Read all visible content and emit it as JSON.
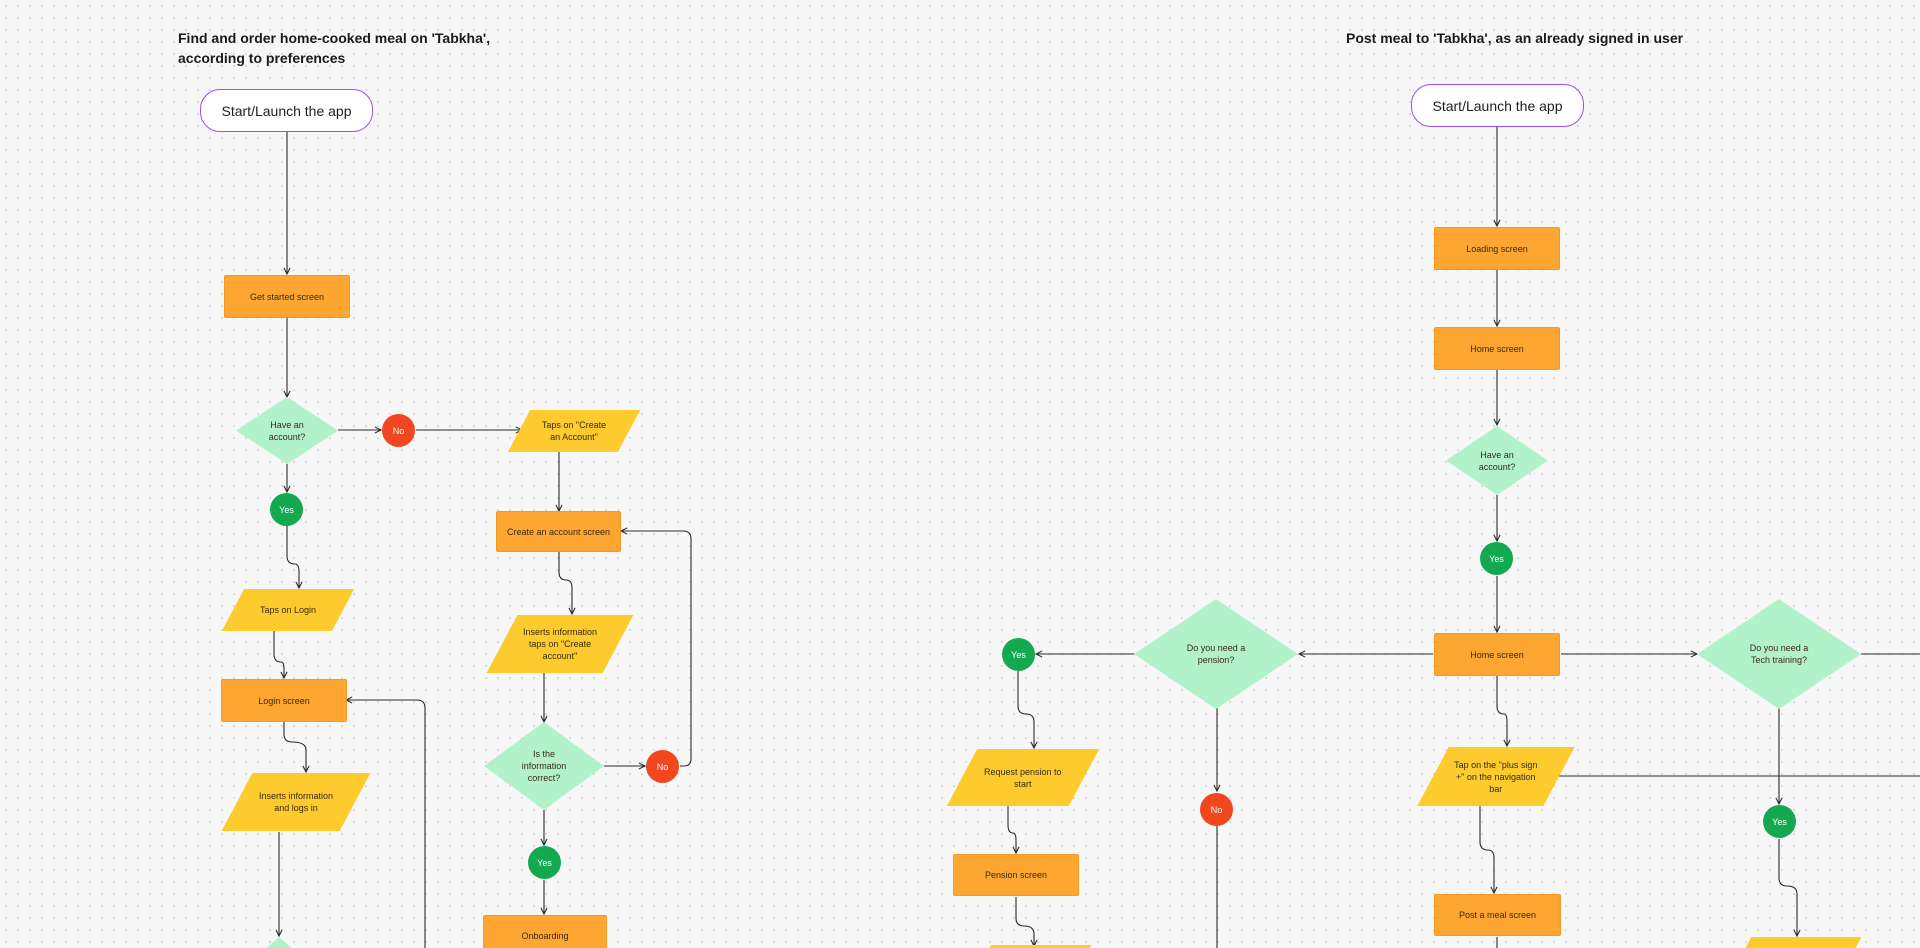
{
  "headings": {
    "left": "Find and order home-cooked meal on 'Tabkha', according to preferences",
    "right": "Post meal to 'Tabkha', as an already signed in user"
  },
  "colors": {
    "terminal_border": "#9b4dff",
    "process": "#fda631",
    "io": "#fdcb2e",
    "decision": "#b2f2cb",
    "yes": "#14a851",
    "no": "#f2461e",
    "edge": "#2b2b2b"
  },
  "flow_left": {
    "start": "Start/Launch the app",
    "get_started": "Get started screen",
    "have_account": "Have an account?",
    "no_1": "No",
    "taps_create": "Taps on \"Create an Account\"",
    "yes_1": "Yes",
    "create_screen": "Create an account screen",
    "taps_login": "Taps on Login",
    "inserts_create": "Inserts information taps on \"Create account\"",
    "login_screen": "Login screen",
    "inserts_login": "Inserts information and logs in",
    "info_correct": "Is the information correct?",
    "no_2": "No",
    "yes_2": "Yes",
    "onboarding": "Onboarding"
  },
  "flow_right": {
    "start": "Start/Launch the app",
    "loading": "Loading screen",
    "home_1": "Home screen",
    "have_account": "Have an account?",
    "yes_1": "Yes",
    "home_2": "Home screen",
    "need_pension": "Do you need a pension?",
    "need_training": "Do you need a Tech training?",
    "yes_pension": "Yes",
    "request_pension": "Request pension to start",
    "tap_plus": "Tap on the \"plus sign +\" on the navigation bar",
    "no_pension": "No",
    "yes_training": "Yes",
    "pension_screen": "Pension screen",
    "post_meal": "Post a meal screen"
  }
}
